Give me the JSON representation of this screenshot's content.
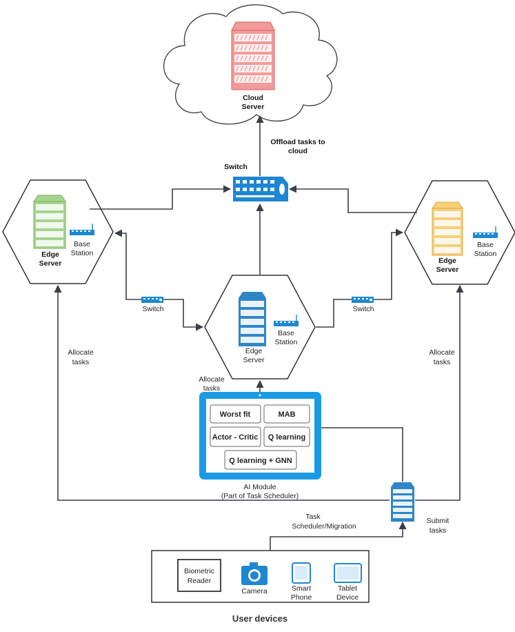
{
  "cloud": {
    "label_line1": "Cloud",
    "label_line2": "Server"
  },
  "offload": {
    "line1": "Offload tasks to",
    "line2": "cloud"
  },
  "main_switch": {
    "label": "Switch"
  },
  "edge_left": {
    "label_line1": "Edge",
    "label_line2": "Server",
    "bs_line1": "Base",
    "bs_line2": "Station"
  },
  "edge_center": {
    "label_line1": "Edge",
    "label_line2": "Server",
    "bs_line1": "Base",
    "bs_line2": "Station"
  },
  "edge_right": {
    "label_line1": "Edge",
    "label_line2": "Server",
    "bs_line1": "Base",
    "bs_line2": "Station"
  },
  "switch_left": {
    "label": "Switch"
  },
  "switch_right": {
    "label": "Switch"
  },
  "allocate_left": {
    "line1": "Allocate",
    "line2": "tasks"
  },
  "allocate_center": {
    "line1": "Allocate",
    "line2": "tasks"
  },
  "allocate_right": {
    "line1": "Allocate",
    "line2": "tasks"
  },
  "ai_module": {
    "algorithms": [
      "Worst fit",
      "MAB",
      "Actor - Critic",
      "Q learning",
      "Q learning + GNN"
    ],
    "caption_line1": "AI Module",
    "caption_line2": "(Part of Task Scheduler)"
  },
  "scheduler": {
    "line1": "Task",
    "line2": "Scheduler/Migration"
  },
  "submit": {
    "line1": "Submit",
    "line2": "tasks"
  },
  "devices": {
    "biometric_line1": "Biometric",
    "biometric_line2": "Reader",
    "camera": "Camera",
    "phone_line1": "Smart",
    "phone_line2": "Phone",
    "tablet_line1": "Tablet",
    "tablet_line2": "Device",
    "title": "User devices"
  },
  "colors": {
    "cloud_server": "#f39a9a",
    "edge_left": "#a6d48e",
    "edge_center": "#2e86c8",
    "edge_right": "#f6cf7a",
    "switch": "#1e87d2",
    "ai_frame": "#1b9ae4",
    "lines": "#3a3f47"
  }
}
